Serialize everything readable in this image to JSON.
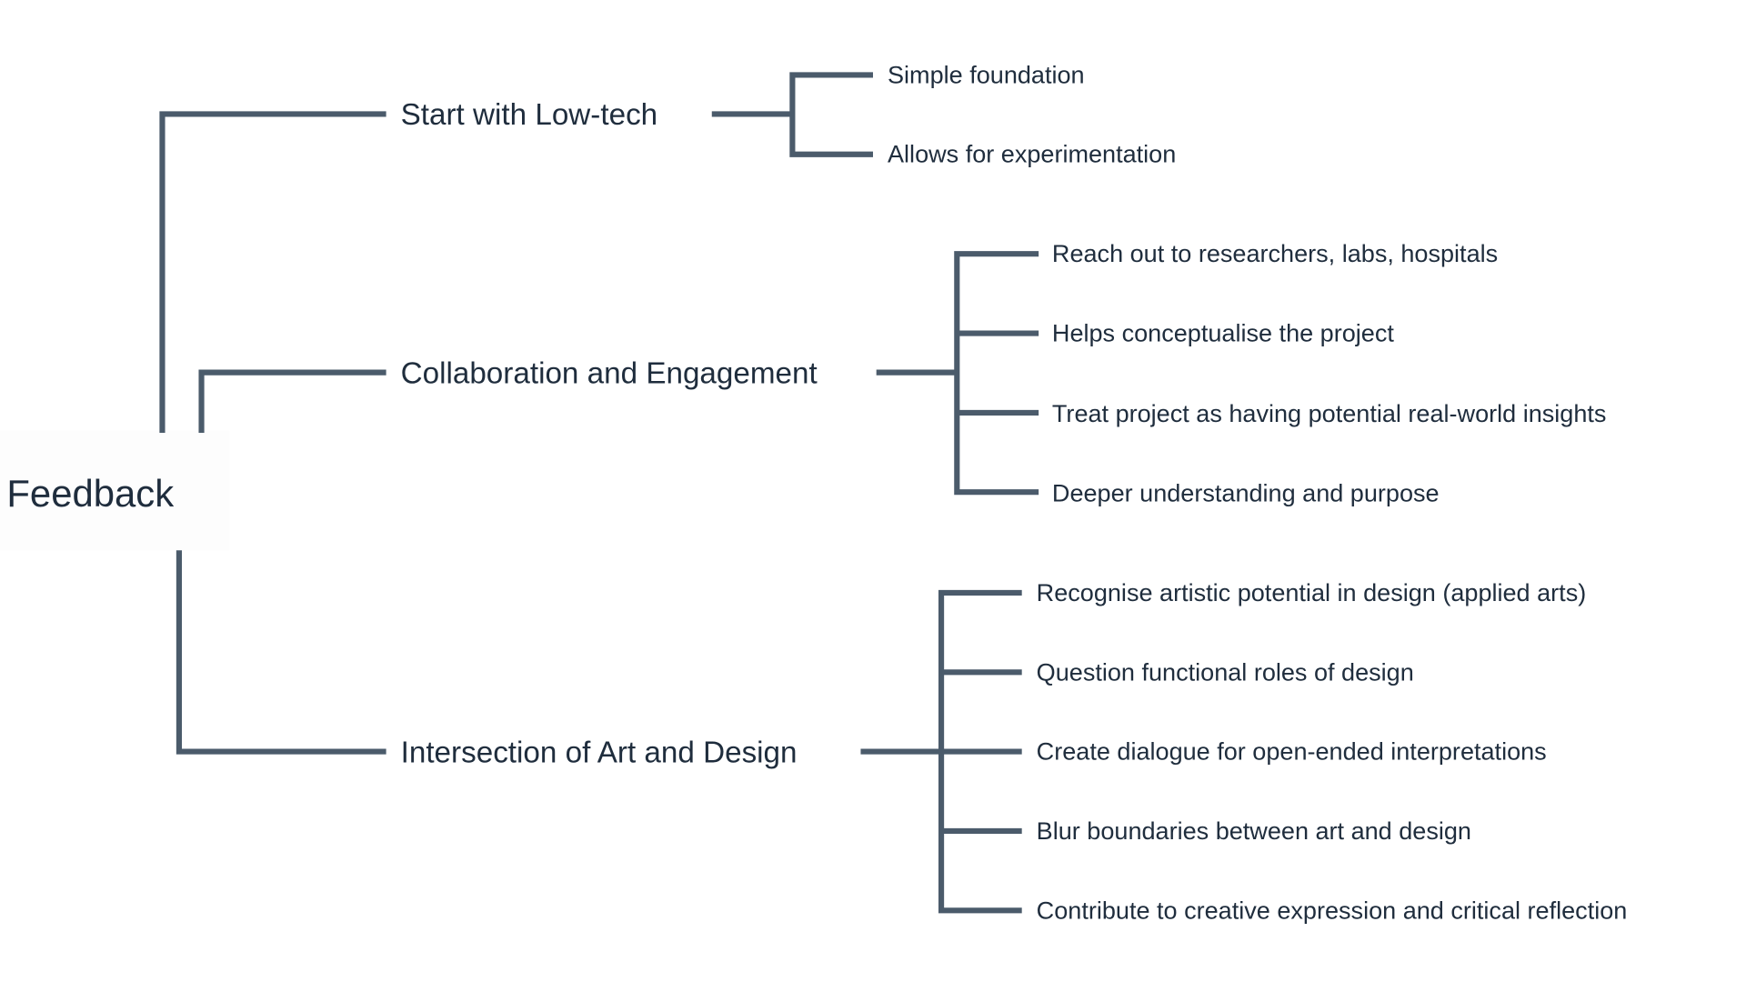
{
  "colors": {
    "line": "#4b5b6b",
    "text": "#1f2d3d",
    "root_box": "#fdfdfd"
  },
  "root": {
    "label": "Feedback"
  },
  "branches": [
    {
      "label": "Start with Low-tech",
      "children": [
        "Simple foundation",
        "Allows for experimentation"
      ]
    },
    {
      "label": "Collaboration and Engagement",
      "children": [
        "Reach out to researchers, labs, hospitals",
        "Helps conceptualise the project",
        "Treat project as having potential real-world insights",
        "Deeper understanding and purpose"
      ]
    },
    {
      "label": "Intersection of Art and Design",
      "children": [
        "Recognise artistic potential in design (applied arts)",
        "Question functional roles of design",
        "Create dialogue for open-ended interpretations",
        "Blur boundaries between art and design",
        "Contribute to creative expression and critical reflection"
      ]
    }
  ]
}
